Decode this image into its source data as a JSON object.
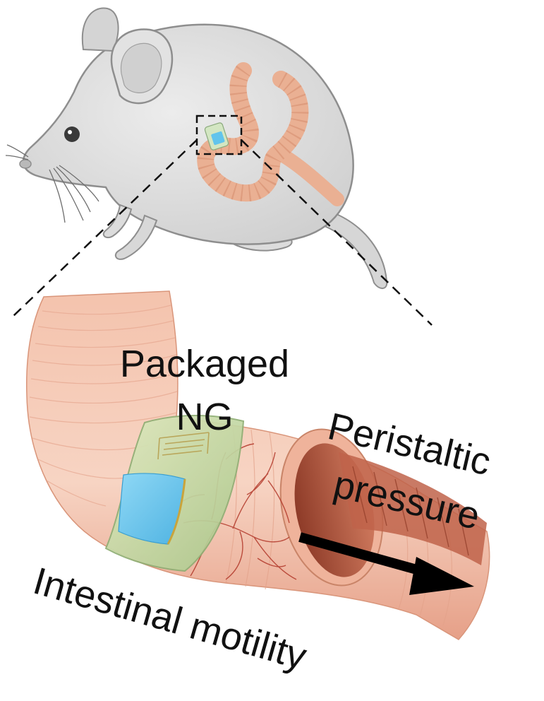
{
  "labels": {
    "packaged_line1": "Packaged",
    "packaged_line2": "NG",
    "peristaltic_line1": "Peristaltic",
    "peristaltic_line2": "pressure",
    "intestinal_motility": "Intestinal motility"
  },
  "colors": {
    "mouse_body": "#dcdcdc",
    "mouse_outline": "#8e8e8e",
    "intestine": "#e9b08f",
    "intestine_dark": "#c77f62",
    "tissue": "#f0b9a2",
    "tissue_inner": "#a9523a",
    "vessel": "#b03a2c",
    "device": "#c7dca0",
    "device_electrode": "#6cc7ee",
    "arrow": "#000000"
  }
}
